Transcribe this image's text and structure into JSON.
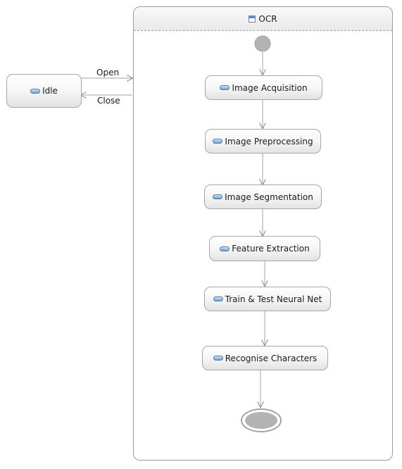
{
  "diagram": {
    "composite": {
      "title": "OCR",
      "icon": "state-machine-icon",
      "states": [
        {
          "id": "image-acquisition",
          "label": "Image Acquisition",
          "icon": "state-icon"
        },
        {
          "id": "image-preprocessing",
          "label": "Image Preprocessing",
          "icon": "state-icon"
        },
        {
          "id": "image-segmentation",
          "label": "Image Segmentation",
          "icon": "state-icon"
        },
        {
          "id": "feature-extraction",
          "label": "Feature Extraction",
          "icon": "state-icon"
        },
        {
          "id": "train-test-neural-net",
          "label": "Train & Test Neural Net",
          "icon": "state-icon"
        },
        {
          "id": "recognise-characters",
          "label": "Recognise Characters",
          "icon": "state-icon"
        }
      ]
    },
    "idle_state": {
      "label": "Idle",
      "icon": "state-icon"
    },
    "transitions": {
      "open_label": "Open",
      "close_label": "Close"
    },
    "colors": {
      "border": "#a7a7a7",
      "edge": "#9a9a9a",
      "node_fill": "#b3b3b3",
      "accent": "#5b8cc2"
    }
  }
}
